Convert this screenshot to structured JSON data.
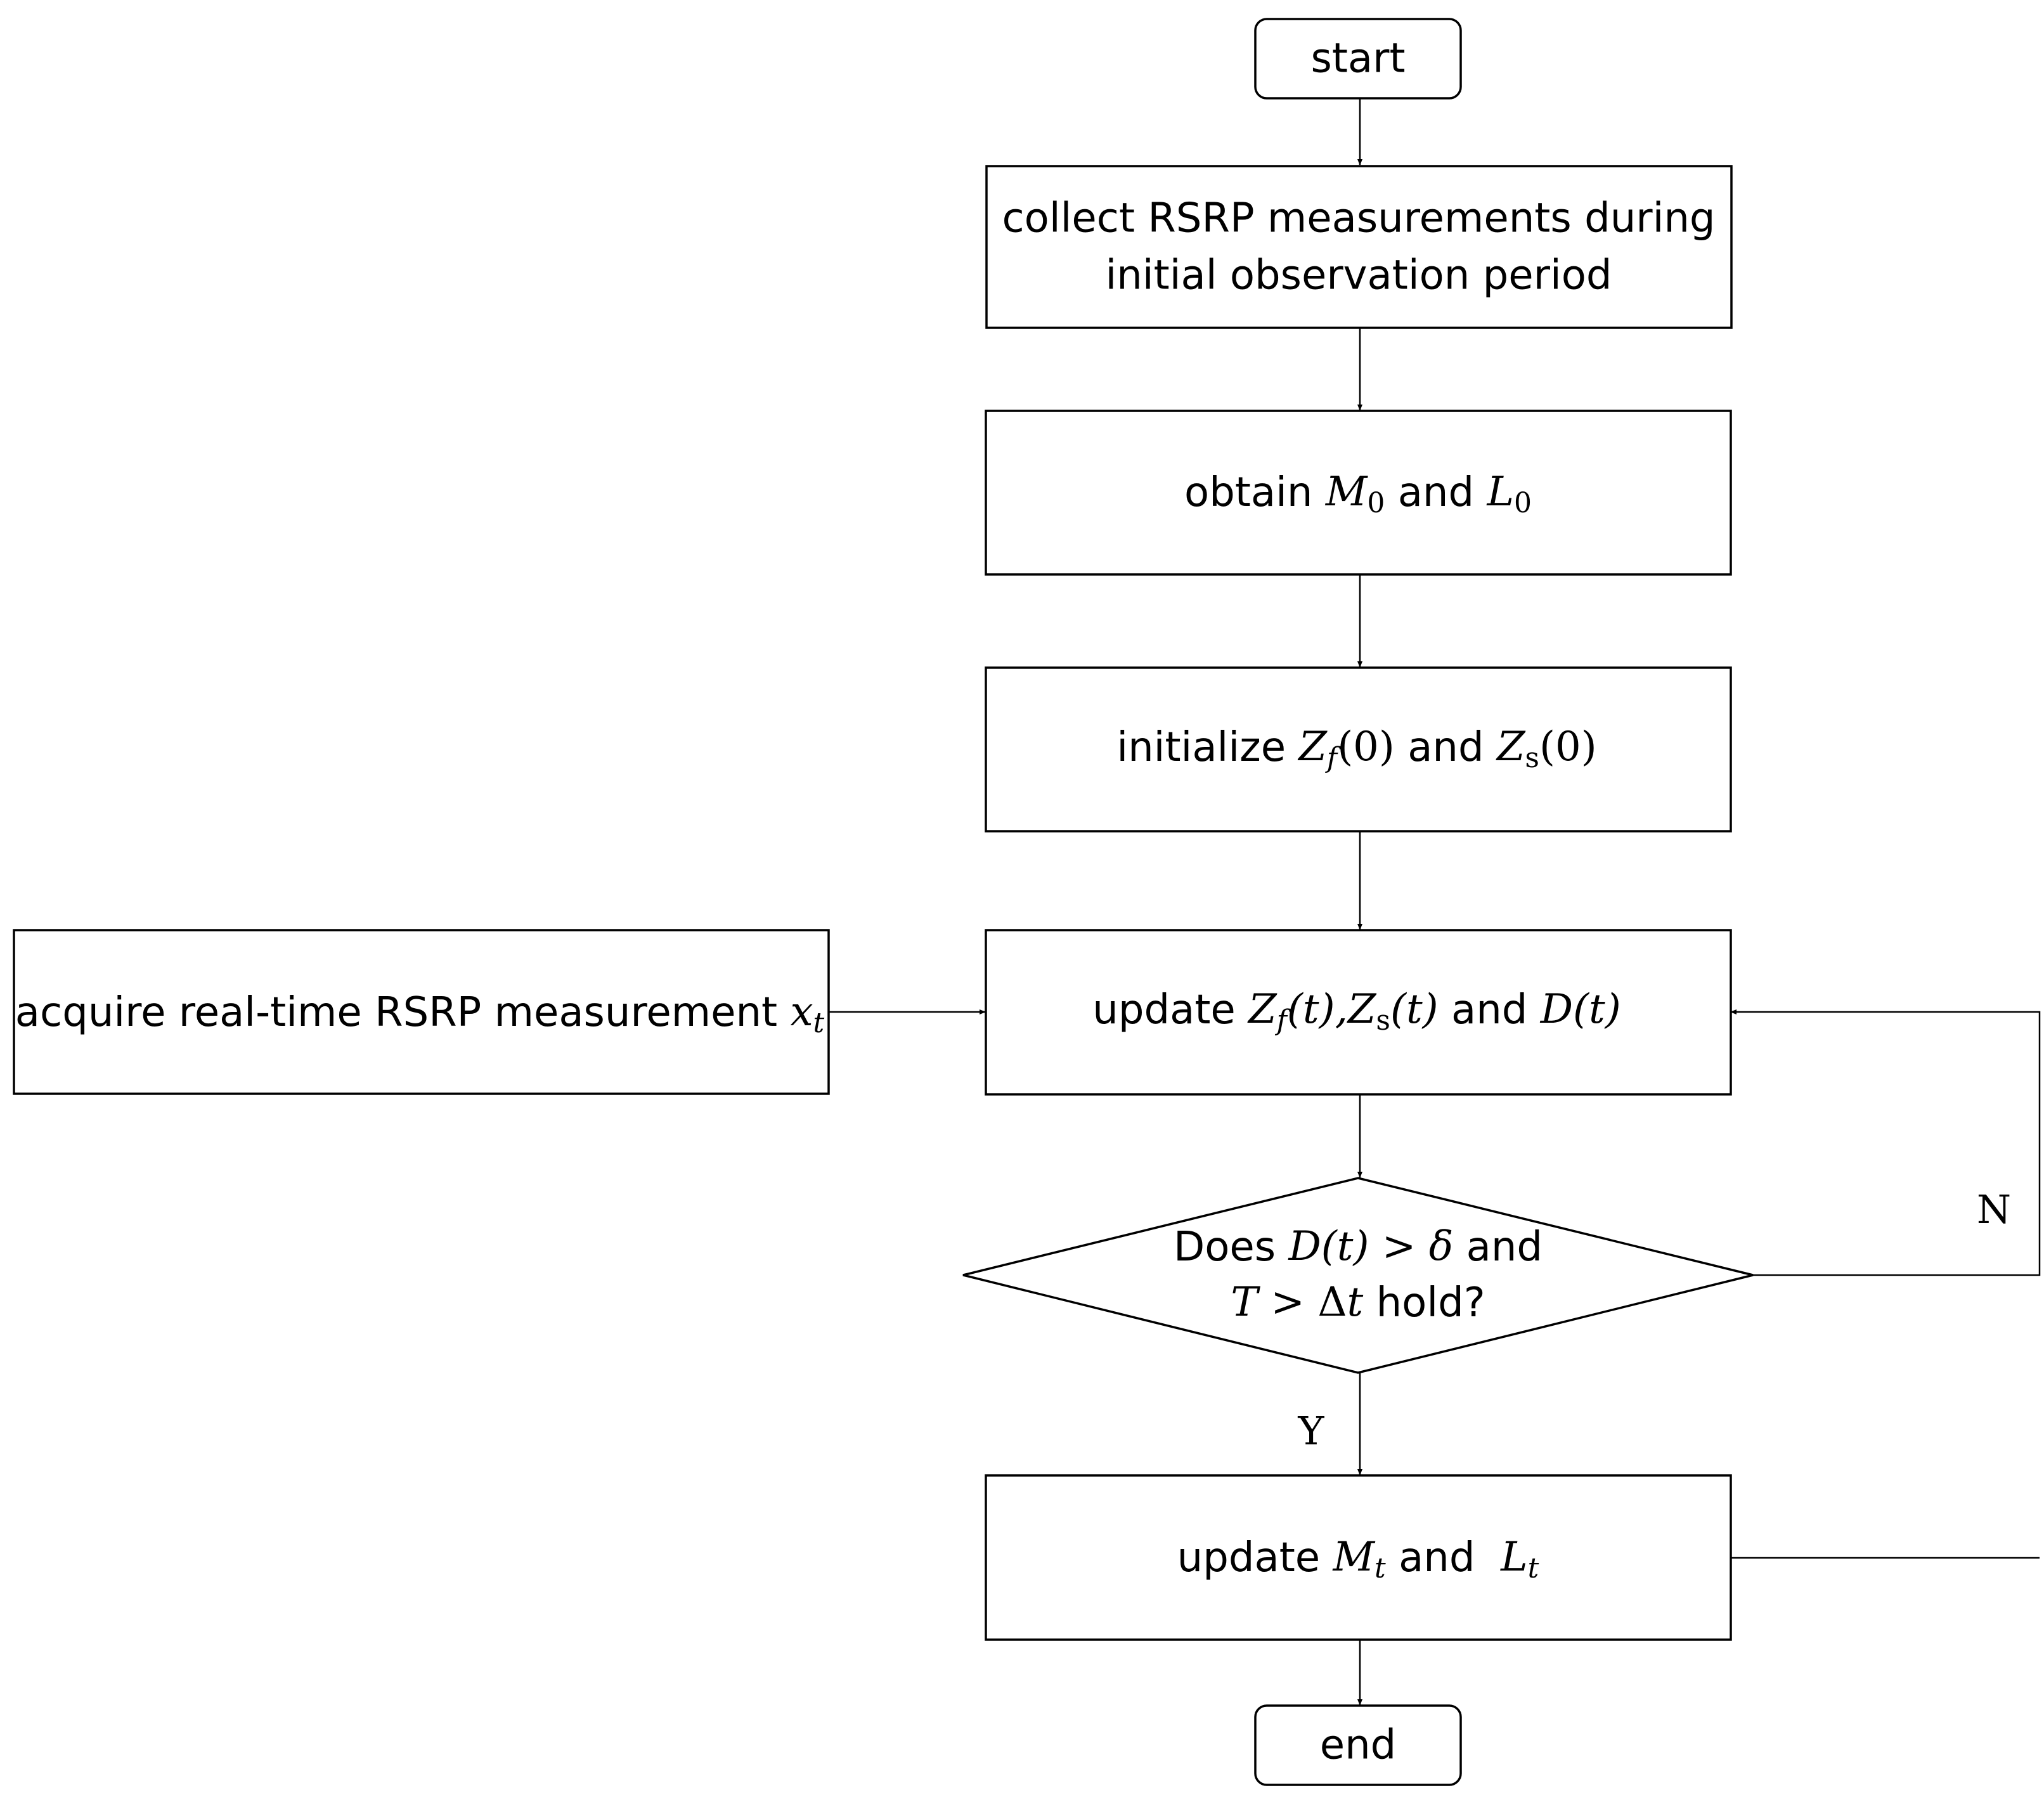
{
  "nodes": {
    "start": {
      "text": "start"
    },
    "collect": {
      "line1": "collect RSRP measurements during",
      "line2": "initial observation period"
    },
    "obtain": {
      "t1": "obtain ",
      "m": "M",
      "m_sub": "0",
      "t2": " and ",
      "l": "L",
      "l_sub": "0"
    },
    "initialize": {
      "t1": "initialize ",
      "z1": "Z",
      "z1_sub": "f",
      "z1_arg": "(0)",
      "t2": " and ",
      "z2": "Z",
      "z2_sub": "s",
      "z2_arg": "(0)"
    },
    "acquire": {
      "t1": "acquire real-time RSRP measurement ",
      "x": "x",
      "x_sub": "t"
    },
    "update_zd": {
      "t1": "update ",
      "z1": "Z",
      "z1_sub": "f",
      "z1_arg": "(t),",
      "z2": "Z",
      "z2_sub": "s",
      "z2_arg": "(t)",
      "t2": " and ",
      "d": "D",
      "d_arg": "(t)"
    },
    "decision": {
      "t1": "Does ",
      "d": "D",
      "d_arg": "(t) > δ",
      "t2": " and",
      "t_var": "T",
      "gt": " > Δ",
      "dt": "t",
      "t3": " hold?"
    },
    "update_ml": {
      "t1": "update ",
      "m": "M",
      "m_sub": "t",
      "t2": " and  ",
      "l": "L",
      "l_sub": "t"
    },
    "end": {
      "text": "end"
    }
  },
  "edges": {
    "yes_label": "Y",
    "no_label": "N"
  }
}
